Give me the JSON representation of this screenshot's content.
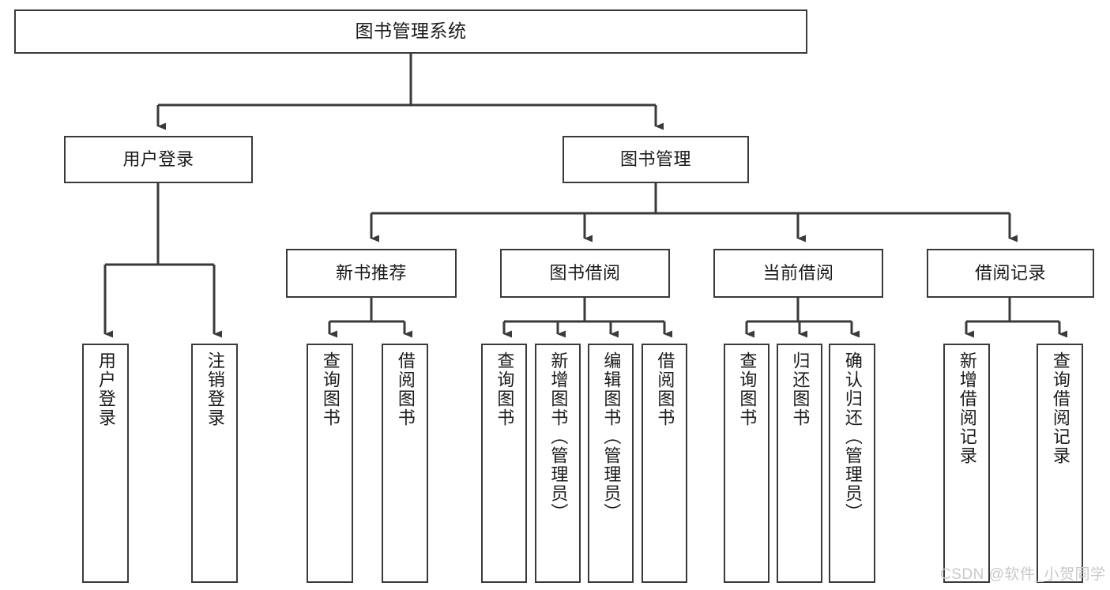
{
  "diagram": {
    "title": "图书管理系统",
    "type": "功能结构图",
    "watermark": "CSDN @软件_小贺同学",
    "colors": {
      "stroke": "#3a3a3a",
      "fill": "#ffffff",
      "text": "#1b1b1b",
      "watermark": "#c9c9c9"
    },
    "root": {
      "label": "图书管理系统"
    },
    "branches": [
      {
        "label": "用户登录",
        "children": [
          {
            "label": "用户登录"
          },
          {
            "label": "注销登录"
          }
        ]
      },
      {
        "label": "图书管理",
        "children": [
          {
            "label": "新书推荐",
            "children": [
              {
                "label": "查询图书"
              },
              {
                "label": "借阅图书"
              }
            ]
          },
          {
            "label": "图书借阅",
            "children": [
              {
                "label": "查询图书"
              },
              {
                "label": "新增图书（管理员）"
              },
              {
                "label": "编辑图书（管理员）"
              },
              {
                "label": "借阅图书"
              }
            ]
          },
          {
            "label": "当前借阅",
            "children": [
              {
                "label": "查询图书"
              },
              {
                "label": "归还图书"
              },
              {
                "label": "确认归还（管理员）"
              }
            ]
          },
          {
            "label": "借阅记录",
            "children": [
              {
                "label": "新增借阅记录"
              },
              {
                "label": "查询借阅记录"
              }
            ]
          }
        ]
      }
    ]
  }
}
